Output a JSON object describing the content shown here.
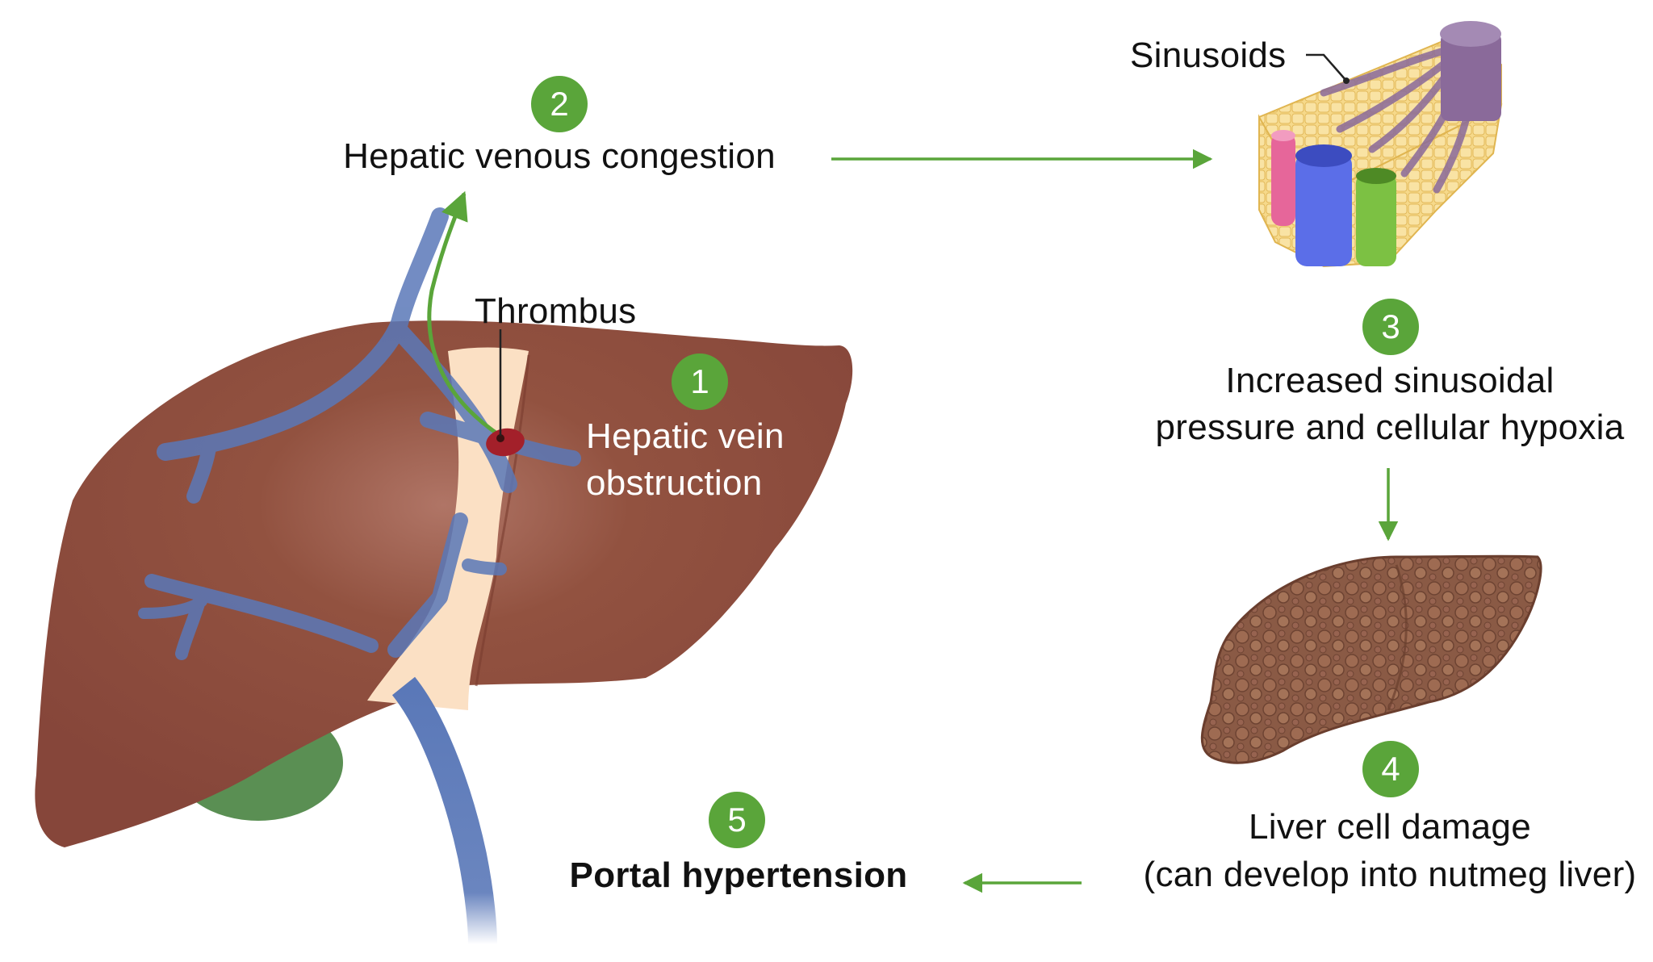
{
  "steps": [
    {
      "number": "1",
      "text_line1": "Hepatic vein",
      "text_line2": "obstruction"
    },
    {
      "number": "2",
      "text_line1": "Hepatic venous congestion"
    },
    {
      "number": "3",
      "text_line1": "Increased sinusoidal",
      "text_line2": "pressure and cellular hypoxia"
    },
    {
      "number": "4",
      "text_line1": "Liver cell damage",
      "text_line2": "(can develop into nutmeg liver)"
    },
    {
      "number": "5",
      "text_line1": "Portal hypertension"
    }
  ],
  "labels": {
    "thrombus": "Thrombus",
    "sinusoids": "Sinusoids"
  },
  "colors": {
    "accent_green": "#5aa53a",
    "liver_brown": "#8f4c3a",
    "vein_blue": "#5a78b8",
    "thrombus_red": "#a3202a"
  }
}
